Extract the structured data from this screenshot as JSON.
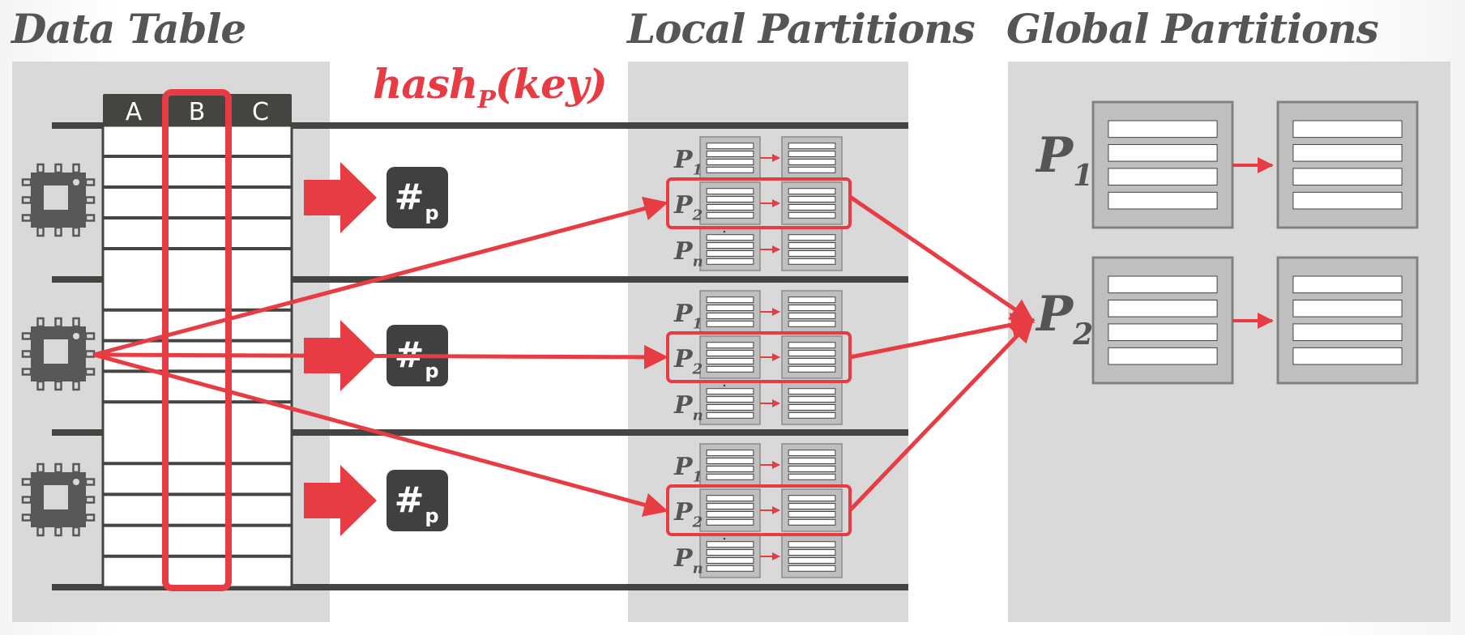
{
  "titles": {
    "data_table": "Data Table",
    "hash_func": "hash",
    "hash_sub": "P",
    "hash_arg": "(key)",
    "local_partitions": "Local Partitions",
    "global_partitions": "Global Partitions"
  },
  "table": {
    "columns": [
      "A",
      "B",
      "C"
    ],
    "highlighted_column": "B"
  },
  "hash_box": {
    "symbol": "#",
    "subscript": "p"
  },
  "local_partition_labels": [
    {
      "base": "P",
      "sub": "1"
    },
    {
      "base": "P",
      "sub": "2"
    },
    {
      "base": "P",
      "sub": "n"
    }
  ],
  "global_partition_labels": [
    {
      "base": "P",
      "sub": "1"
    },
    {
      "base": "P",
      "sub": "2"
    }
  ],
  "colors": {
    "accent": "#e83c44",
    "dark": "#444440",
    "panel": "#d9d9d9",
    "box": "#bfbfbf",
    "box_border": "#808080"
  },
  "icons": {
    "worker": "cpu-chip-icon",
    "block_arrow": "block-arrow-icon"
  }
}
